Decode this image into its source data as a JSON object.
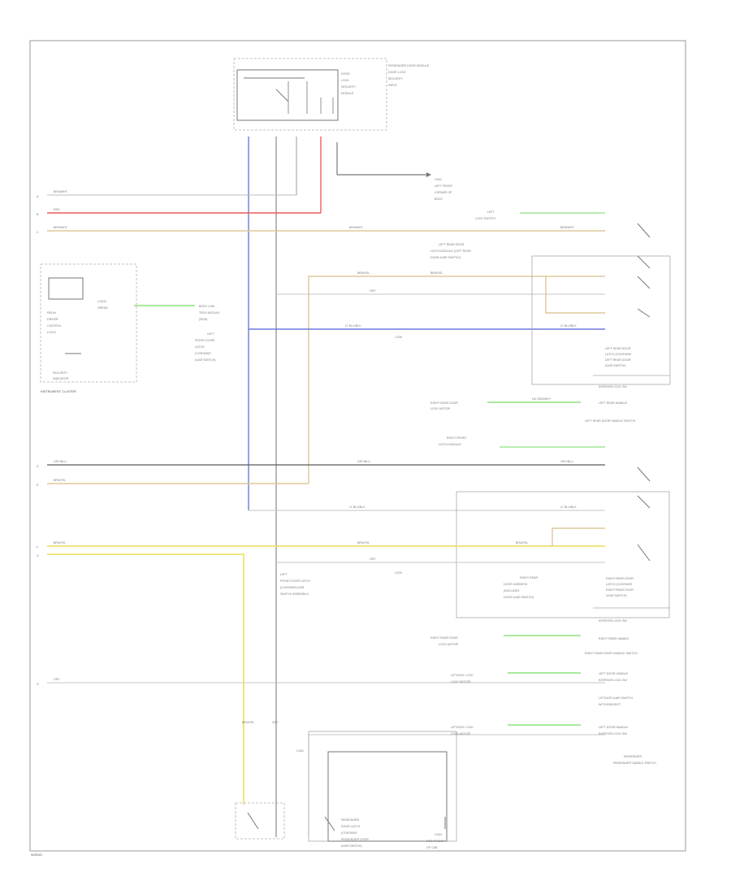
{
  "colors": {
    "red": "#ef5a5a",
    "yellow": "#ece36a",
    "tan": "#ddc99b",
    "blue": "#6f78dc",
    "green": "#8ee07e",
    "black": "#5a5a5a",
    "gray": "#c4c4c4"
  },
  "texts": {
    "door_module_label": "PASSENGER DOOR MODULE",
    "instrument_cluster": "INSTRUMENT CLUSTER",
    "lf_door_ajar": "LEFT FRONT DOOR AJAR SWITCH",
    "lr_door_handle": "LEFT REAR DOOR HANDLE SWITCH",
    "rr_door_handle": "RIGHT REAR DOOR HANDLE SWITCH",
    "liftgate_switch": "LIFTGATE AJAR SWITCH",
    "passenger_handle": "PASSENGER HANDLE SWITCH",
    "footer": "W/DIAG"
  }
}
